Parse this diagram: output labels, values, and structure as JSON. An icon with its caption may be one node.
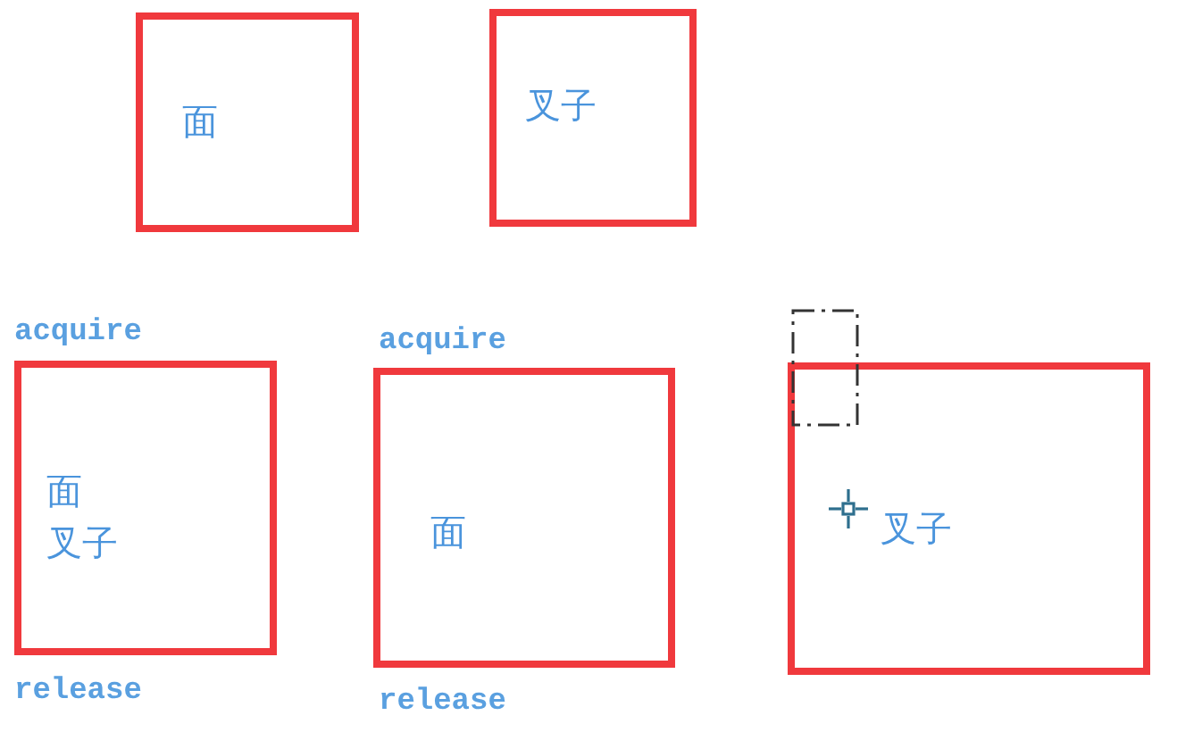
{
  "diagram": {
    "nodes": [
      {
        "text": [
          "面"
        ]
      },
      {
        "text": [
          "叉子"
        ]
      },
      {
        "text": [
          "面",
          "叉子"
        ],
        "beside": [
          "acquire",
          "release"
        ]
      },
      {
        "text": [
          "面"
        ],
        "beside": [
          "acquire",
          "release"
        ]
      },
      {
        "text": [
          "叉子"
        ]
      }
    ]
  }
}
